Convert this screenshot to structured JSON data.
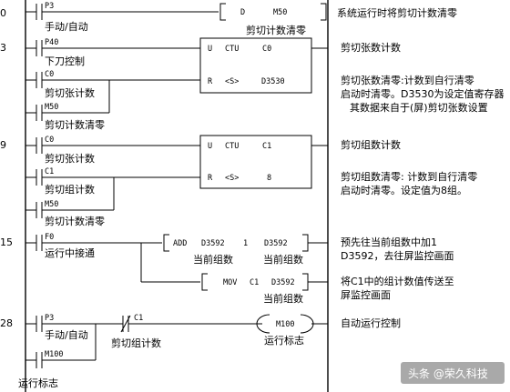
{
  "steps": [
    "0",
    "3",
    "9",
    "15",
    "28"
  ],
  "rung0": {
    "contact": "P3",
    "contact_label": "手动/自动",
    "instr": [
      "D",
      "M50"
    ],
    "instr_label": "剪切计数清零",
    "comment": "系统运行时将剪切计数清零"
  },
  "rung3": {
    "contacts": [
      {
        "addr": "P40",
        "label": "下刀控制"
      },
      {
        "addr": "C0",
        "label": "剪切张计数"
      },
      {
        "addr": "M50",
        "label": "剪切计数清零"
      }
    ],
    "box_u": [
      "U",
      "CTU",
      "C0"
    ],
    "box_r": [
      "R",
      "<S>",
      "D3530"
    ],
    "comment1": "剪切张数计数",
    "comment2": [
      "剪切张数清零:计数到自行清零",
      "启动时清零。D3530为设定值寄存器",
      "其数据来自于(屏)剪切张数设置"
    ]
  },
  "rung9": {
    "contacts": [
      {
        "addr": "C0",
        "label": "剪切张计数"
      },
      {
        "addr": "C1",
        "label": "剪切组计数"
      },
      {
        "addr": "M50",
        "label": "剪切计数清零"
      }
    ],
    "box_u": [
      "U",
      "CTU",
      "C1"
    ],
    "box_r": [
      "R",
      "<S>",
      "8"
    ],
    "comment1": "剪切组数计数",
    "comment2": [
      "剪切组数清零: 计数到自行清零",
      "启动时清零。设定值为8组。"
    ]
  },
  "rung15": {
    "contact": "F0",
    "contact_label": "运行中接通",
    "add": [
      "ADD",
      "D3592",
      "1",
      "D3592"
    ],
    "add_label": "当前组数",
    "add_label2": "当前组数",
    "mov": [
      "MOV",
      "C1",
      "D3592"
    ],
    "mov_label": "当前组数",
    "comment1": [
      "预先往当前组数中加1",
      "D3592，去往屏监控画面"
    ],
    "comment2": [
      "将C1中的组计数值传送至",
      "屏监控画面"
    ]
  },
  "rung28": {
    "contact": "P3",
    "contact_label": "手动/自动",
    "nc_contact": "C1",
    "nc_label": "剪切组计数",
    "seal": "M100",
    "seal_label": "运行标志",
    "coil": "M100",
    "coil_label": "运行标志",
    "comment": "自动运行控制"
  },
  "watermark": "头条 @荣久科技",
  "colors": {
    "line": "#000000",
    "bg": "#ffffff",
    "watermark_bg": "#9a9a9a"
  }
}
